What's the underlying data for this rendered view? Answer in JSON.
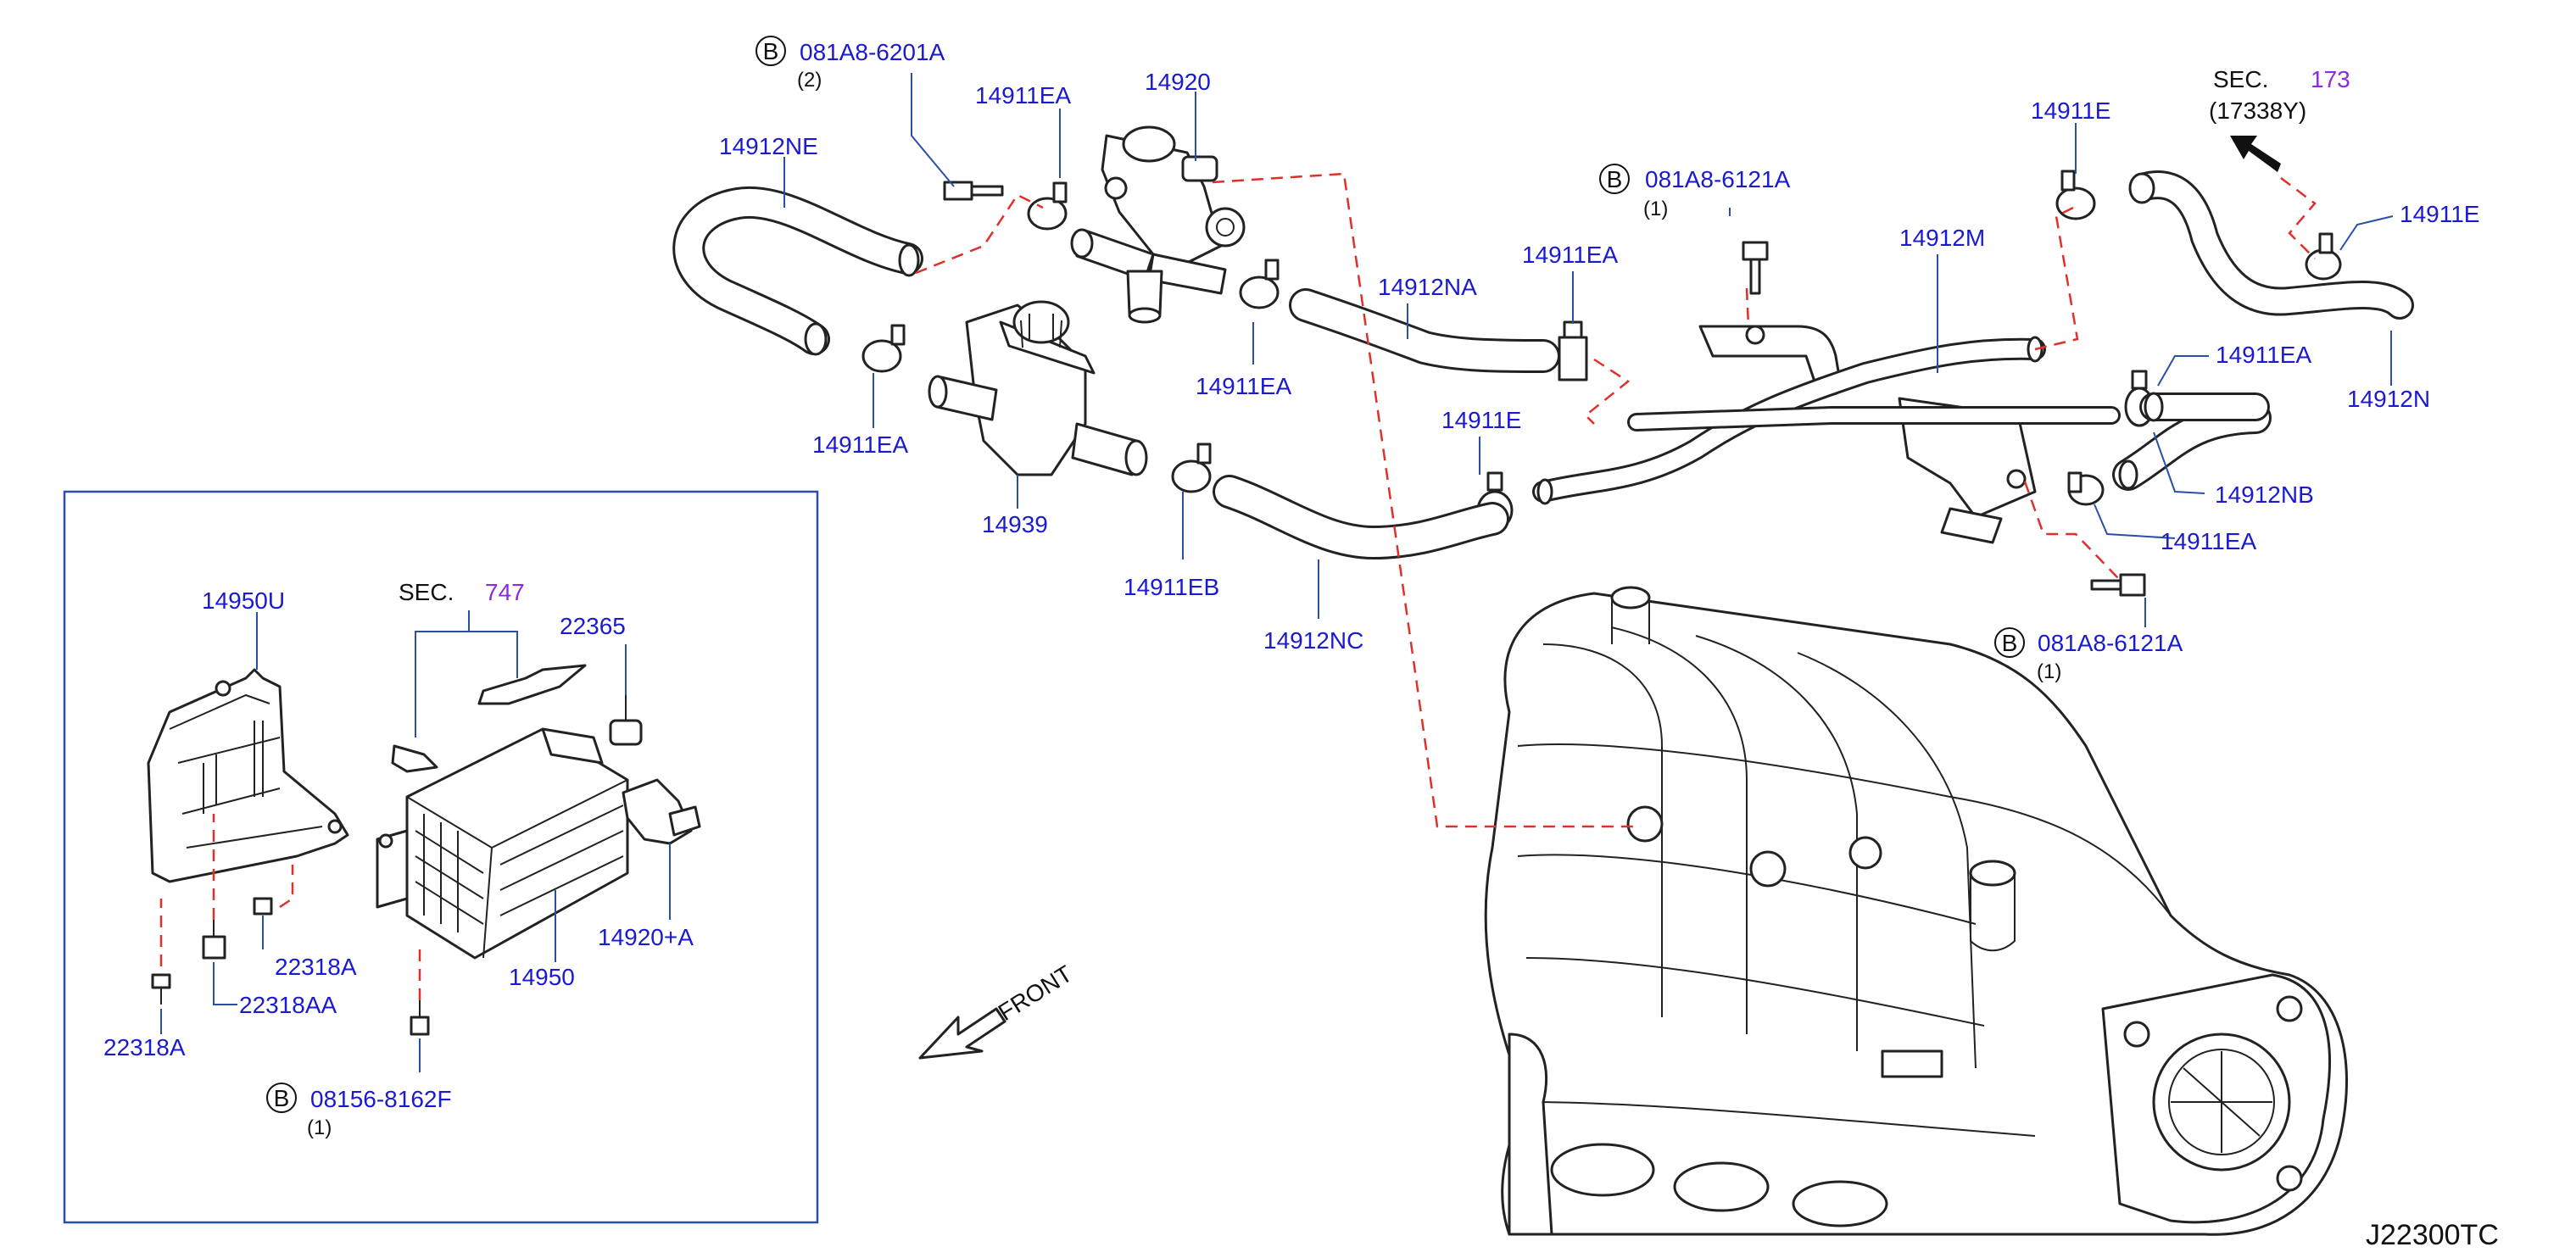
{
  "diagram_code": "J22300TC",
  "front_label": "FRONT",
  "colors": {
    "part_number": "#1a1ad0",
    "section_ref": "#8a2be2",
    "leader": "#2a4fa8",
    "dashed": "#e0302a"
  },
  "bolt_symbol": "B",
  "section_ref_prefix": "SEC.",
  "callouts": {
    "b_081a8_6201a": {
      "part": "081A8-6201A",
      "qty": "(2)"
    },
    "b_081a8_6121a_top": {
      "part": "081A8-6121A",
      "qty": "(1)"
    },
    "b_081a8_6121a_right": {
      "part": "081A8-6121A",
      "qty": "(1)"
    },
    "b_08156_8162f": {
      "part": "08156-8162F",
      "qty": "(1)"
    },
    "sec_173": {
      "number": "173",
      "sub": "(17338Y)"
    },
    "sec_747": {
      "number": "747"
    }
  },
  "labels": {
    "p14912NE": "14912NE",
    "p14911EA_a": "14911EA",
    "p14920": "14920",
    "p14911EA_b": "14911EA",
    "p14911EA_c": "14911EA",
    "p14939": "14939",
    "p14911EB": "14911EB",
    "p14912NA": "14912NA",
    "p14911EA_d": "14911EA",
    "p14911E_a": "14911E",
    "p14912NC": "14912NC",
    "p14912M": "14912M",
    "p14911E_b": "14911E",
    "p14911E_c": "14911E",
    "p14911EA_e": "14911EA",
    "p14912N": "14912N",
    "p14912NB": "14912NB",
    "p14911EA_f": "14911EA",
    "p14950U": "14950U",
    "p22365": "22365",
    "p22318A_a": "22318A",
    "p22318AA": "22318AA",
    "p22318A_b": "22318A",
    "p14950": "14950",
    "p14920A": "14920+A"
  }
}
